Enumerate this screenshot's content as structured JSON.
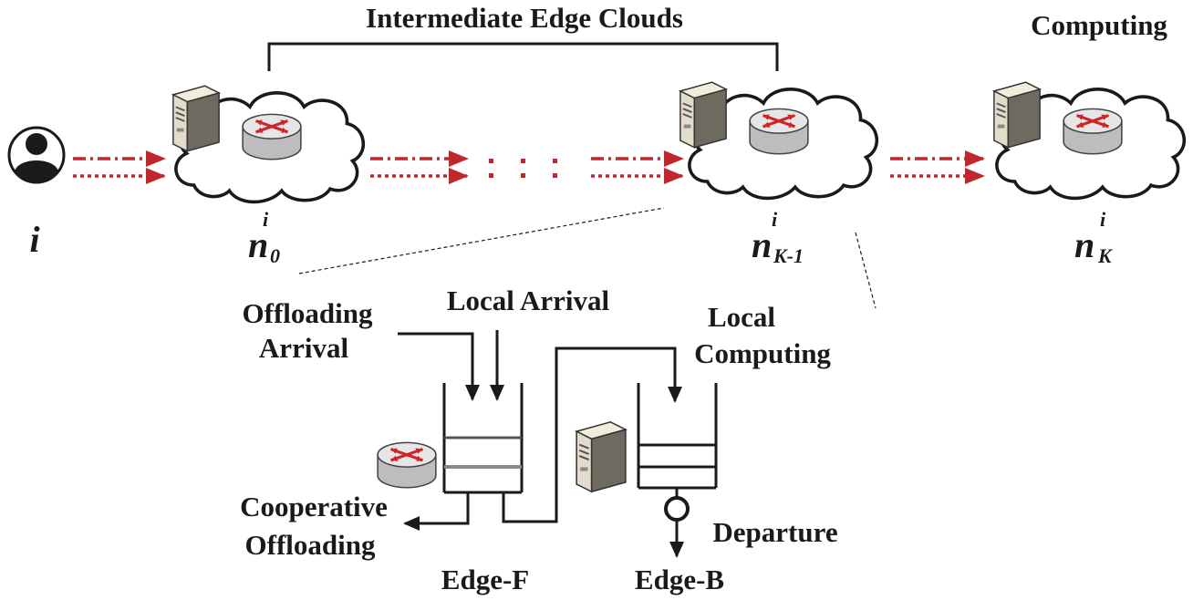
{
  "top": {
    "bracket_label": "Intermediate Edge Clouds",
    "computing_label": "Computing"
  },
  "nodes": {
    "user": {
      "label": "i"
    },
    "n0": {
      "main": "n",
      "sub": "0",
      "sup": "i"
    },
    "nk1": {
      "main": "n",
      "sub": "K-1",
      "sup": "i"
    },
    "nk": {
      "main": "n",
      "sub": "K",
      "sup": "i"
    }
  },
  "queue": {
    "offloading_arrival": [
      "Offloading",
      "Arrival"
    ],
    "local_arrival": "Local Arrival",
    "local_computing": [
      "Local",
      "Computing"
    ],
    "cooperative_offloading": [
      "Cooperative",
      "Offloading"
    ],
    "departure": "Departure",
    "edge_f": "Edge-F",
    "edge_b": "Edge-B"
  },
  "colors": {
    "arrow_red": "#c0272d",
    "line": "#1a1a1a",
    "router_top": "#d8d8d8",
    "server_body": "#e3dccb"
  },
  "icons": [
    "user-icon",
    "server-icon",
    "router-icon",
    "cloud-icon"
  ]
}
